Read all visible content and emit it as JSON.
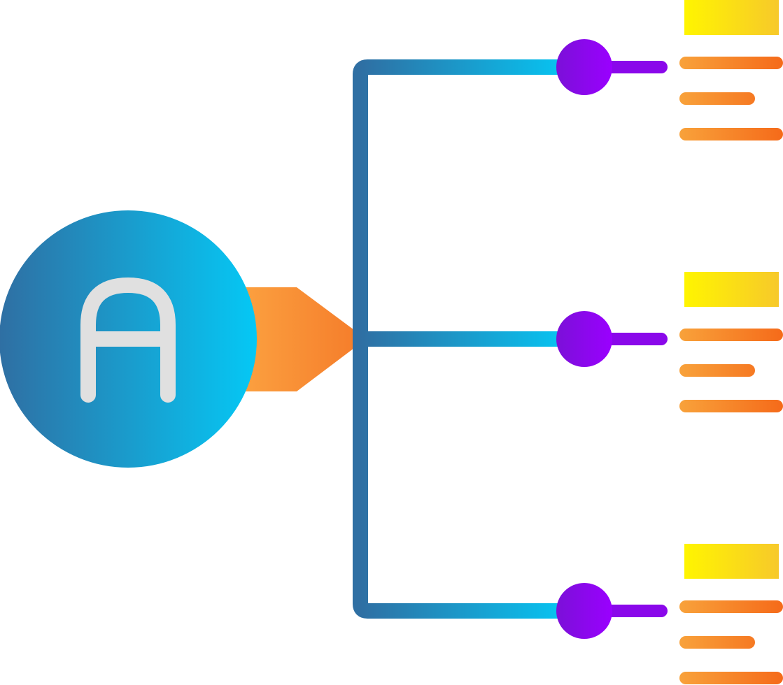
{
  "icon": {
    "name": "hierarchy-structure-icon",
    "root_letter": "A",
    "branch_count": 3,
    "lines_per_item": 3
  },
  "colors": {
    "circle_gradient": [
      "#2f6fa3",
      "#05c8f5"
    ],
    "arrow_gradient": [
      "#fca442",
      "#f57c2a"
    ],
    "trunk": "#2f6fa3",
    "branch_gradient": [
      "#2f6fa3",
      "#05c8f5"
    ],
    "dot_gradient": [
      "#7b10d8",
      "#9a00ff"
    ],
    "label_box_gradient": [
      "#fff500",
      "#f7c92a"
    ],
    "text_line_gradient": [
      "#f8a13a",
      "#f56b1a"
    ],
    "letter_stroke": "#e0e0e0"
  }
}
